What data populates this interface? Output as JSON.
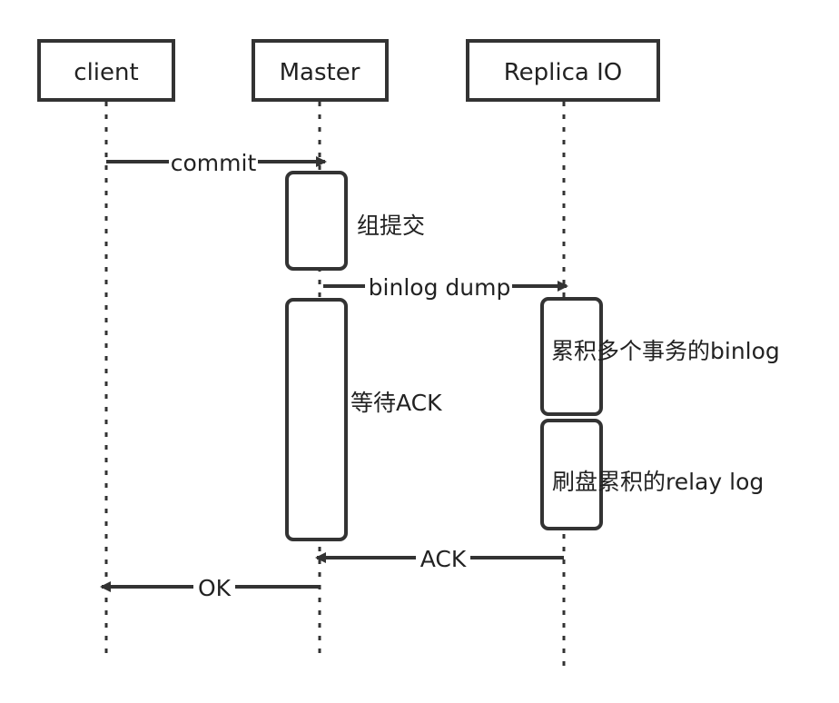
{
  "participants": [
    {
      "id": "client",
      "label": "client"
    },
    {
      "id": "master",
      "label": "Master"
    },
    {
      "id": "replica",
      "label": "Replica IO"
    }
  ],
  "messages": [
    {
      "id": "commit",
      "label": "commit"
    },
    {
      "id": "binlog_dump",
      "label": "binlog dump"
    },
    {
      "id": "ack",
      "label": "ACK"
    },
    {
      "id": "ok",
      "label": "OK"
    }
  ],
  "activations": [
    {
      "id": "group_commit",
      "label": "组提交"
    },
    {
      "id": "wait_ack",
      "label": "等待ACK"
    },
    {
      "id": "accumulate_binlog",
      "label": "累积多个事务的binlog"
    },
    {
      "id": "flush_relay",
      "label": "刷盘累积的relay log"
    }
  ],
  "colors": {
    "stroke": "#333333",
    "text": "#222222",
    "background": "#ffffff"
  }
}
